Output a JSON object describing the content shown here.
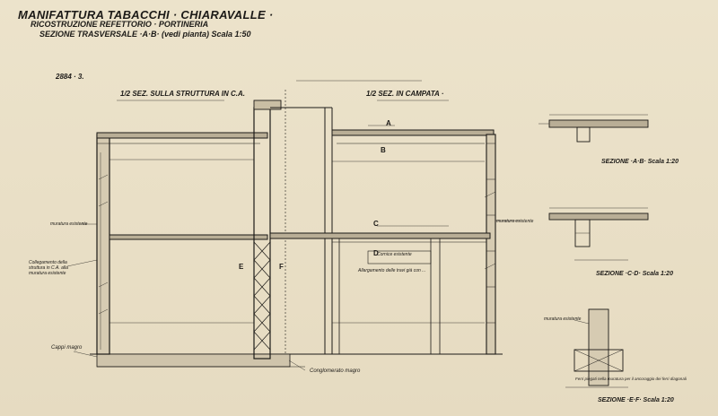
{
  "title": {
    "main": "MANIFATTURA TABACCHI · CHIARAVALLE ·",
    "sub": "RICOSTRUZIONE REFETTORIO · PORTINERIA",
    "section": "SEZIONE TRASVERSALE ·A·B· (vedi pianta) Scala 1:50"
  },
  "reference": "2884 · 3.",
  "headings": {
    "left": "1/2 SEZ. SULLA STRUTTURA IN C.A.",
    "right": "1/2 SEZ. IN CAMPATA ·"
  },
  "details": {
    "ab": "SEZIONE ·A·B· Scala 1:20",
    "cd": "SEZIONE ·C·D· Scala 1:20",
    "ef": "SEZIONE ·E·F· Scala 1:20"
  },
  "notes": {
    "n1": "Cappi magro",
    "n2": "Conglomerato magro",
    "n3": "Collegamento della struttura in C.A. alla muratura esistente",
    "n4": "muratura esistente",
    "n5": "muratura esistente",
    "n6": "Allargamento delle travi già con ...",
    "n7": "Cornice esistente",
    "n8": "muratura esistente",
    "n9": "Ferri piegati nella muratura per il ancoraggio dei ferri diagonali"
  },
  "marks": {
    "a": "A",
    "b": "B",
    "c": "C",
    "d": "D",
    "e": "E",
    "f": "F"
  },
  "colors": {
    "paper": "#e9dfc6",
    "ink": "#1c1a17"
  }
}
